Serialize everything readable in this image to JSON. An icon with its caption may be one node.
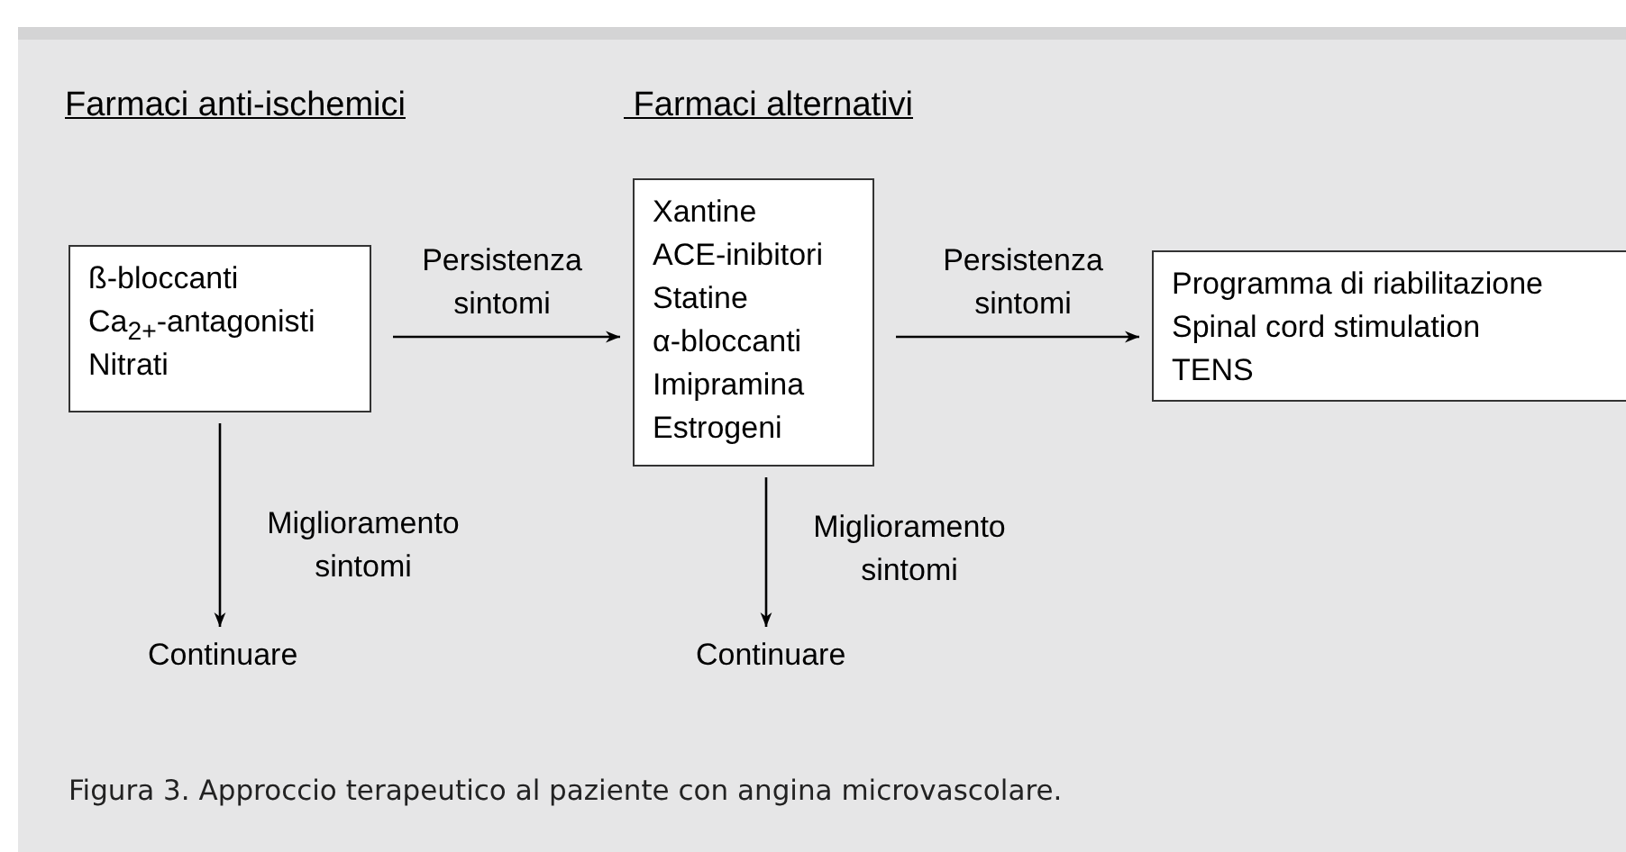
{
  "diagram": {
    "caption": "Figura 3. Approccio terapeutico al paziente con angina microvascolare.",
    "nodes": [
      {
        "text": [
          "ß-bloccanti",
          "Ca$_{2+}$-antagonisti",
          "Nitrati"
        ]
      },
      {
        "text": [
          "Xantine",
          "ACE-inibitori",
          "Statine",
          "α-bloccanti",
          "Imipramina",
          "Estrogeni"
        ]
      },
      {
        "text": [
          "Programma di riabilitazione",
          "Spinal cord stimulation",
          "TENS"
        ]
      },
      {
        "text": [
          "Continuare"
        ]
      },
      {
        "text": [
          "Continuare"
        ]
      }
    ],
    "edges": [
      {
        "from": 0,
        "to": 1,
        "arrow": "to",
        "label": "Persistenza sintomi"
      },
      {
        "from": 1,
        "to": 2,
        "arrow": "to",
        "label": "Persistenza sintomi"
      },
      {
        "from": 0,
        "to": 3,
        "arrow": "to",
        "label": "Miglioramento sintomi"
      },
      {
        "from": 1,
        "to": 4,
        "arrow": "to",
        "label": "Miglioramento sintomi"
      }
    ],
    "labels": [
      "Farmaci anti-ischemici",
      " Farmaci alternativi"
    ]
  }
}
